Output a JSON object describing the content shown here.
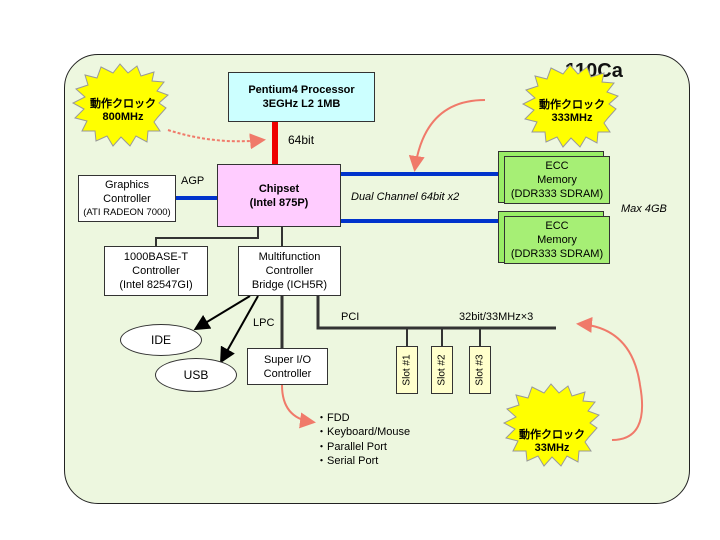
{
  "title": "110Ca",
  "cpu": {
    "line1": "Pentium4 Processor",
    "line2": "3EGHz  L2  1MB"
  },
  "fsb_width": "64bit",
  "chipset": {
    "line1": "Chipset",
    "line2": "(Intel 875P)"
  },
  "agp_label": "AGP",
  "graphics": {
    "line1": "Graphics",
    "line2": "Controller",
    "line3": "(ATI RADEON 7000)"
  },
  "memory_bus_label": "Dual Channel  64bit x2",
  "memory_max": "Max 4GB",
  "memory_modules": [
    {
      "line1": "ECC",
      "line2": "Memory",
      "line3": "(DDR333 SDRAM)"
    },
    {
      "line1": "ECC",
      "line2": "Memory",
      "line3": "(DDR333 SDRAM)"
    }
  ],
  "ethernet": {
    "line1": "1000BASE-T",
    "line2": "Controller",
    "line3": "(Intel 82547GI)"
  },
  "ich": {
    "line1": "Multifunction",
    "line2": "Controller",
    "line3": "Bridge (ICH5R)"
  },
  "lpc_label": "LPC",
  "pci_label": "PCI",
  "pci_spec": "32bit/33MHz×3",
  "slots": [
    "Slot #1",
    "Slot #2",
    "Slot #3"
  ],
  "ide_label": "IDE",
  "usb_label": "USB",
  "superio": {
    "line1": "Super I/O",
    "line2": "Controller"
  },
  "superio_items": [
    "・FDD",
    "・Keyboard/Mouse",
    "・Parallel Port",
    "・Serial Port"
  ],
  "clocks": [
    {
      "label": "動作クロック",
      "value": "800MHz"
    },
    {
      "label": "動作クロック",
      "value": "333MHz"
    },
    {
      "label": "動作クロック",
      "value": "33MHz"
    }
  ],
  "colors": {
    "board": "#edf7df",
    "cpu": "#ccffff",
    "chipset": "#ffccff",
    "memory": "#99ee66",
    "slot": "#ffffcc",
    "burst": "#ffff00",
    "fsb": "#ee0000",
    "membus": "#0033cc",
    "arrow": "#f07a6a"
  }
}
